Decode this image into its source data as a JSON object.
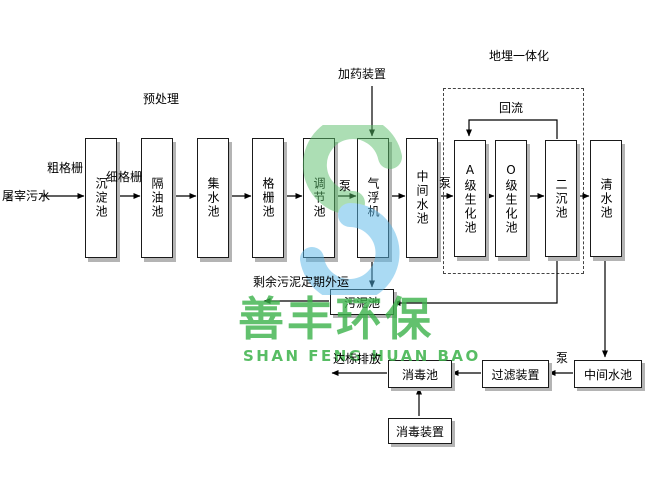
{
  "diagram": {
    "influent": "屠宰污水",
    "coarse_screen": "粗格栅",
    "fine_screen": "细格栅",
    "pretreatment": "预处理",
    "dosing_device": "加药装置",
    "buried_integration": "地埋一体化",
    "reflux": "回流",
    "pump": "泵",
    "sludge_out_note": "剩余污泥定期外运",
    "discharge": "达标排放",
    "tanks": [
      {
        "name": "沉淀池"
      },
      {
        "name": "隔油池"
      },
      {
        "name": "集水池"
      },
      {
        "name": "格栅池"
      },
      {
        "name": "调节池"
      },
      {
        "name": "气浮机"
      },
      {
        "name": "中间水池"
      },
      {
        "name": "A级生化池"
      },
      {
        "name": "O级生化池"
      },
      {
        "name": "二沉池"
      },
      {
        "name": "清水池"
      }
    ],
    "sludge_tank": "污泥池",
    "intermediate_tank_2": "中间水池",
    "filter_device": "过滤装置",
    "disinfection_tank": "消毒池",
    "disinfection_device": "消毒装置"
  },
  "watermark": {
    "name": "善丰环保",
    "pinyin": "SHAN FENG HUAN BAO",
    "green": "#3bb24a",
    "blue": "#58b7e8"
  },
  "colors": {
    "line": "#000000",
    "box_border": "#1a1a1a",
    "box_shadow": "#b4b4b4",
    "background": "#ffffff"
  }
}
